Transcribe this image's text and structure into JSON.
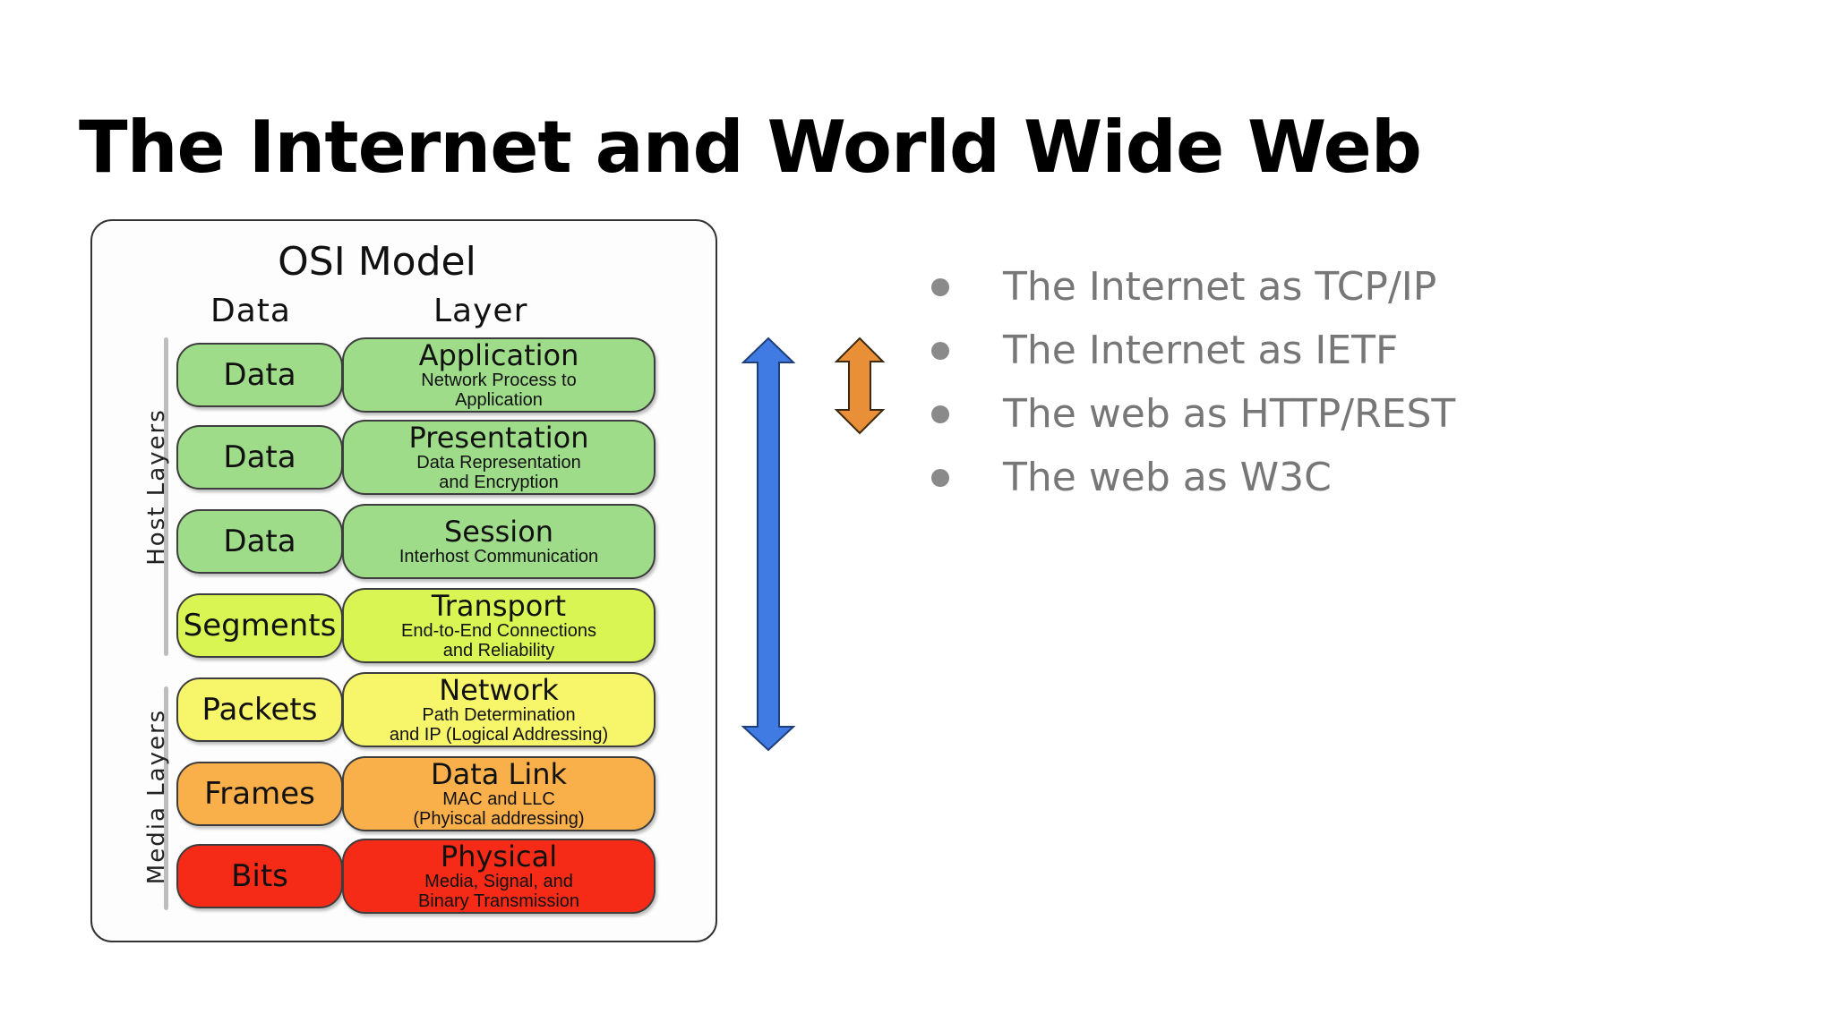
{
  "slide": {
    "title": "The Internet and World Wide Web"
  },
  "osi": {
    "title": "OSI Model",
    "data_header": "Data",
    "layer_header": "Layer",
    "host_group_label": "Host Layers",
    "media_group_label": "Media Layers",
    "layers": [
      {
        "data": "Data",
        "name": "Application",
        "desc1": "Network Process to",
        "desc2": "Application",
        "color": "#9fdc8a"
      },
      {
        "data": "Data",
        "name": "Presentation",
        "desc1": "Data Representation",
        "desc2": "and Encryption",
        "color": "#9fdc8a"
      },
      {
        "data": "Data",
        "name": "Session",
        "desc1": "Interhost Communication",
        "desc2": "",
        "color": "#9fdc8a"
      },
      {
        "data": "Segments",
        "name": "Transport",
        "desc1": "End-to-End Connections",
        "desc2": "and Reliability",
        "color": "#d8f553"
      },
      {
        "data": "Packets",
        "name": "Network",
        "desc1": "Path Determination",
        "desc2": "and IP (Logical Addressing)",
        "color": "#f7f56a"
      },
      {
        "data": "Frames",
        "name": "Data Link",
        "desc1": "MAC and LLC",
        "desc2": "(Phyiscal addressing)",
        "color": "#f9b04a"
      },
      {
        "data": "Bits",
        "name": "Physical",
        "desc1": "Media, Signal, and",
        "desc2": "Binary Transmission",
        "color": "#f52b18"
      }
    ]
  },
  "arrows": {
    "blue_color": "#3f7be2",
    "orange_color": "#e88f37"
  },
  "bullets": [
    "The Internet as TCP/IP",
    "The Internet as IETF",
    "The web as HTTP/REST",
    "The web as W3C"
  ]
}
